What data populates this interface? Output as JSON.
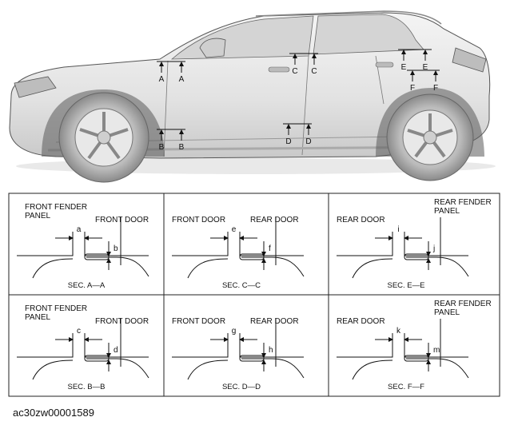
{
  "figure_id": "ac30zw00001589",
  "car_markers": [
    {
      "letter": "A"
    },
    {
      "letter": "A"
    },
    {
      "letter": "B"
    },
    {
      "letter": "B"
    },
    {
      "letter": "C"
    },
    {
      "letter": "C"
    },
    {
      "letter": "D"
    },
    {
      "letter": "D"
    },
    {
      "letter": "E"
    },
    {
      "letter": "E"
    },
    {
      "letter": "F"
    },
    {
      "letter": "F"
    }
  ],
  "panels": [
    {
      "section": "SEC. A—A",
      "left_label": "FRONT FENDER\nPANEL",
      "right_label": "FRONT DOOR",
      "dim_gap": "a",
      "dim_flush": "b"
    },
    {
      "section": "SEC. C—C",
      "left_label": "FRONT DOOR",
      "right_label": "REAR DOOR",
      "dim_gap": "e",
      "dim_flush": "f"
    },
    {
      "section": "SEC. E—E",
      "left_label": "REAR DOOR",
      "right_label": "REAR FENDER\nPANEL",
      "dim_gap": "i",
      "dim_flush": "j"
    },
    {
      "section": "SEC. B—B",
      "left_label": "FRONT FENDER\nPANEL",
      "right_label": "FRONT DOOR",
      "dim_gap": "c",
      "dim_flush": "d"
    },
    {
      "section": "SEC. D—D",
      "left_label": "FRONT DOOR",
      "right_label": "REAR DOOR",
      "dim_gap": "g",
      "dim_flush": "h"
    },
    {
      "section": "SEC. F—F",
      "left_label": "REAR DOOR",
      "right_label": "REAR FENDER\nPANEL",
      "dim_gap": "k",
      "dim_flush": "m"
    }
  ]
}
